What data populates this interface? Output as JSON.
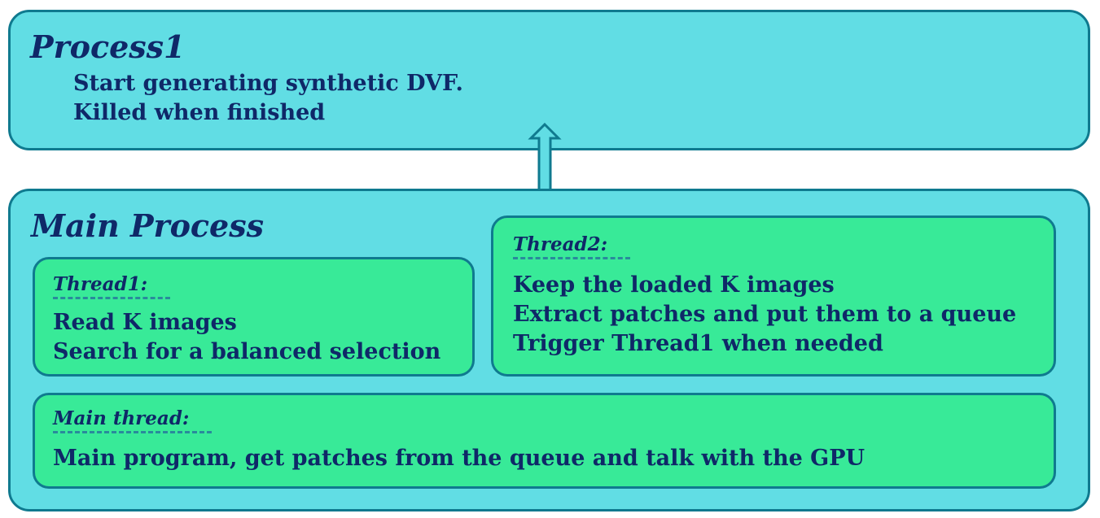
{
  "process1": {
    "title": "Process1",
    "lines": [
      "Start generating synthetic DVF.",
      "Killed when finished"
    ]
  },
  "main_process": {
    "title": "Main Process"
  },
  "thread1": {
    "title": "Thread1:",
    "lines": [
      "Read K images",
      "Search for a balanced selection"
    ]
  },
  "thread2": {
    "title": "Thread2:",
    "lines": [
      "Keep the loaded K images",
      "Extract patches and put them to a queue",
      "Trigger Thread1 when needed"
    ]
  },
  "main_thread": {
    "title": "Main thread:",
    "lines": [
      "Main program, get patches from the queue and talk with the GPU"
    ]
  },
  "colors": {
    "outer_fill": "#61dde4",
    "inner_fill": "#38ea98",
    "border": "#0f7a8f",
    "text": "#0f2868"
  },
  "icons": {
    "connector": "double-arrow-icon"
  }
}
